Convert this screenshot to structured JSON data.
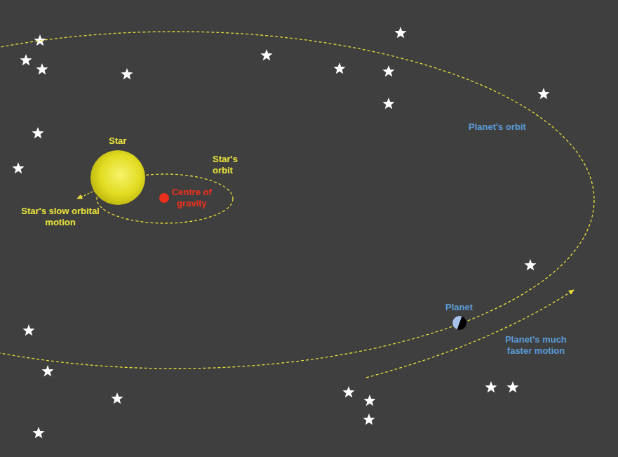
{
  "diagram": {
    "nodes": [
      {
        "text": [
          "Star"
        ]
      },
      {
        "text": [
          "Planet"
        ]
      }
    ],
    "labels": [
      "Star's orbit",
      "Centre of gravity",
      "Star's slow orbital motion",
      "Planet's orbit",
      "Planet's much faster motion"
    ]
  }
}
